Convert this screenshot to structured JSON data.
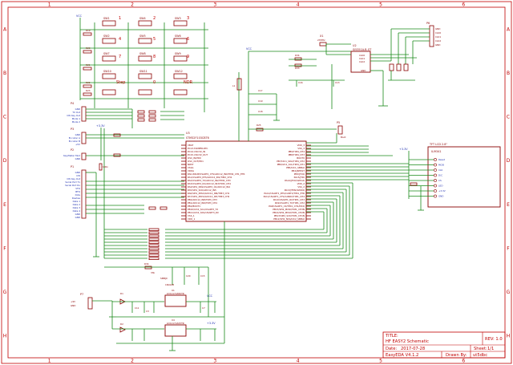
{
  "frame": {
    "columns": [
      "1",
      "2",
      "3",
      "4",
      "5",
      "6"
    ],
    "rows": [
      "A",
      "B",
      "C",
      "D",
      "E",
      "F",
      "G",
      "H"
    ]
  },
  "labels": {
    "vcc": "VCC",
    "v33": "+3.3V",
    "cap100n": "100n"
  },
  "switches": [
    {
      "ref": "SW1",
      "num": "1"
    },
    {
      "ref": "SW4",
      "num": "2"
    },
    {
      "ref": "SW3",
      "num": "3"
    },
    {
      "ref": "SW2",
      "num": "4"
    },
    {
      "ref": "SW5",
      "num": "5"
    },
    {
      "ref": "SW6",
      "num": "6"
    },
    {
      "ref": "SW7",
      "num": "7"
    },
    {
      "ref": "SW8",
      "num": "8"
    },
    {
      "ref": "SW9",
      "num": "9"
    },
    {
      "ref": "SW10",
      "num": "Step"
    },
    {
      "ref": "SW11",
      "num": "0"
    },
    {
      "ref": "SW12",
      "num": "NDR"
    }
  ],
  "resistors": [
    "R19",
    "R20",
    "R21",
    "R22",
    "R23",
    "R25",
    "R34",
    "R33",
    "R34",
    "33k"
  ],
  "connectors": {
    "p4": {
      "ref": "P4",
      "pins": [
        "GND",
        "TX Out",
        "CW Key Out",
        "Mode 1",
        "Mode 2"
      ]
    },
    "p3": {
      "ref": "P3",
      "pins": [
        "GND",
        "Encoder A",
        "Encoder B",
        "+5V"
      ]
    },
    "p2": {
      "ref": "P2",
      "pins": [
        "Key/Meter Mod",
        "GND"
      ]
    },
    "p1": {
      "ref": "P1",
      "pins": [
        "GND",
        "CW",
        "CW Key Out",
        "Serial Port Tx",
        "Serial Port Rx",
        "VFO",
        "BFO",
        "Dots",
        "Dashes",
        "Data 1",
        "Data 2",
        "Data 3",
        "Data 4",
        "GND",
        "GND"
      ]
    },
    "p5": {
      "ref": "P5",
      "label": "Boot"
    },
    "p6": {
      "ref": "P6",
      "pins": [
        "GND",
        "CLK0",
        "CLK1",
        "CLK2",
        "GND"
      ]
    },
    "p7": {
      "ref": "P7",
      "pins": [
        "+9V",
        "GND"
      ]
    }
  },
  "mcu": {
    "ref": "U3",
    "part": "STM32F103CBT6",
    "leftPins": [
      "VBAT",
      "PC13-TAMPER-RTC",
      "PC14-OSC32_IN",
      "PC15-OSC32_OUT",
      "OSC_IN/PD0",
      "OSC_OUT/PD1",
      "NRST",
      "VSSA",
      "VDDA",
      "PA0-WKUP/USART2_CTS/ADC12_IN0/TIM2_CH1_ETR",
      "PA1/USART2_RTS/ADC12_IN1/TIM2_CH2",
      "PA2/USART2_TX/ADC12_IN2/TIM2_CH3",
      "PA3/USART2_RX/ADC12_IN3/TIM2_CH4",
      "PA4/SPI1_NSS/USART2_CK/ADC12_IN4",
      "PA5/SPI1_SCK/ADC12_IN5",
      "PA6/SPI1_MISO/ADC12_IN6/TIM3_CH1",
      "PA7/SPI1_MOSI/ADC12_IN7/TIM3_CH2",
      "PB0/ADC12_IN8/TIM3_CH3",
      "PB1/ADC12_IN9/TIM3_CH4",
      "PB2/BOOT1",
      "PB10/I2C2_SCL/USART3_TX",
      "PB11/I2C2_SDA/USART3_RX",
      "VSS_1",
      "VDD_1"
    ],
    "rightPins": [
      "VDD_3",
      "VSS_3",
      "PB9/TIM4_CH4",
      "PB8/TIM4_CH3",
      "BOOT0",
      "PB7/I2C1_SDA/TIM4_CH2",
      "PB6/I2C1_SCL/TIM4_CH1",
      "PB5/I2C1_SMBAI",
      "PB4/JNTRST",
      "PB3/JTDO",
      "PA15/JTDI",
      "PA14/JTCK/SWCLK",
      "VDD_2",
      "VSS_2",
      "PA13/JTMS/SWDIO",
      "PA12/USART1_RTS/CANTX/TIM1_ETR",
      "PA11/USART1_CTS/CANRX/TIM1_CH4",
      "PA10/USART1_RX/TIM1_CH3",
      "PA9/USART1_TX/TIM1_CH2",
      "PA8/USART1_CK/TIM1_CH1/MCO",
      "PB15/SPI2_MOSI/TIM1_CH3N",
      "PB14/SPI2_MISO/TIM1_CH2N",
      "PB13/SPI2_SCK/TIM1_CH1N",
      "PB12/SPI2_NSS/I2C2_SMBAI"
    ]
  },
  "clock": {
    "ref": "U2",
    "part": "Si5351A-B-GT",
    "pins": [
      "CLK0",
      "CLK1",
      "CLK2",
      "GND"
    ]
  },
  "crystal": {
    "ref": "X1",
    "freq": "27MHz"
  },
  "inductor": {
    "ref": "L1"
  },
  "caps": [
    "C17",
    "C19",
    "C18",
    "C16",
    "C13",
    "C20",
    "C15",
    "C11",
    "C3",
    "C7"
  ],
  "diodes": {
    "tvs": "SMBJ9",
    "tvsPart": "1N4148",
    "d1": "D1",
    "d2": "D2"
  },
  "regulators": [
    {
      "ref": "U1",
      "part": "LD1117AS50TR"
    },
    {
      "ref": "U4",
      "part": "LD1117AS33TR"
    }
  ],
  "lcd": {
    "title": "TFT LCD 2.8\"",
    "controller": "ILI9341",
    "pins": [
      "Reset",
      "MOSI",
      "CLK",
      "D/C",
      "CS",
      "LED",
      "+3.3V",
      "GND"
    ]
  },
  "titleBlock": {
    "titleCaption": "TITLE:",
    "title": "HF EASY2 Schematic",
    "rev": "REV: 1.0",
    "dateCaption": "Date:",
    "date": "2017-07-28",
    "sheetCaption": "Sheet:",
    "sheet": "1/1",
    "editor": "EasyEDA V4.1.2",
    "drawnByCaption": "Drawn By:",
    "drawnBy": "ut5dbc"
  }
}
